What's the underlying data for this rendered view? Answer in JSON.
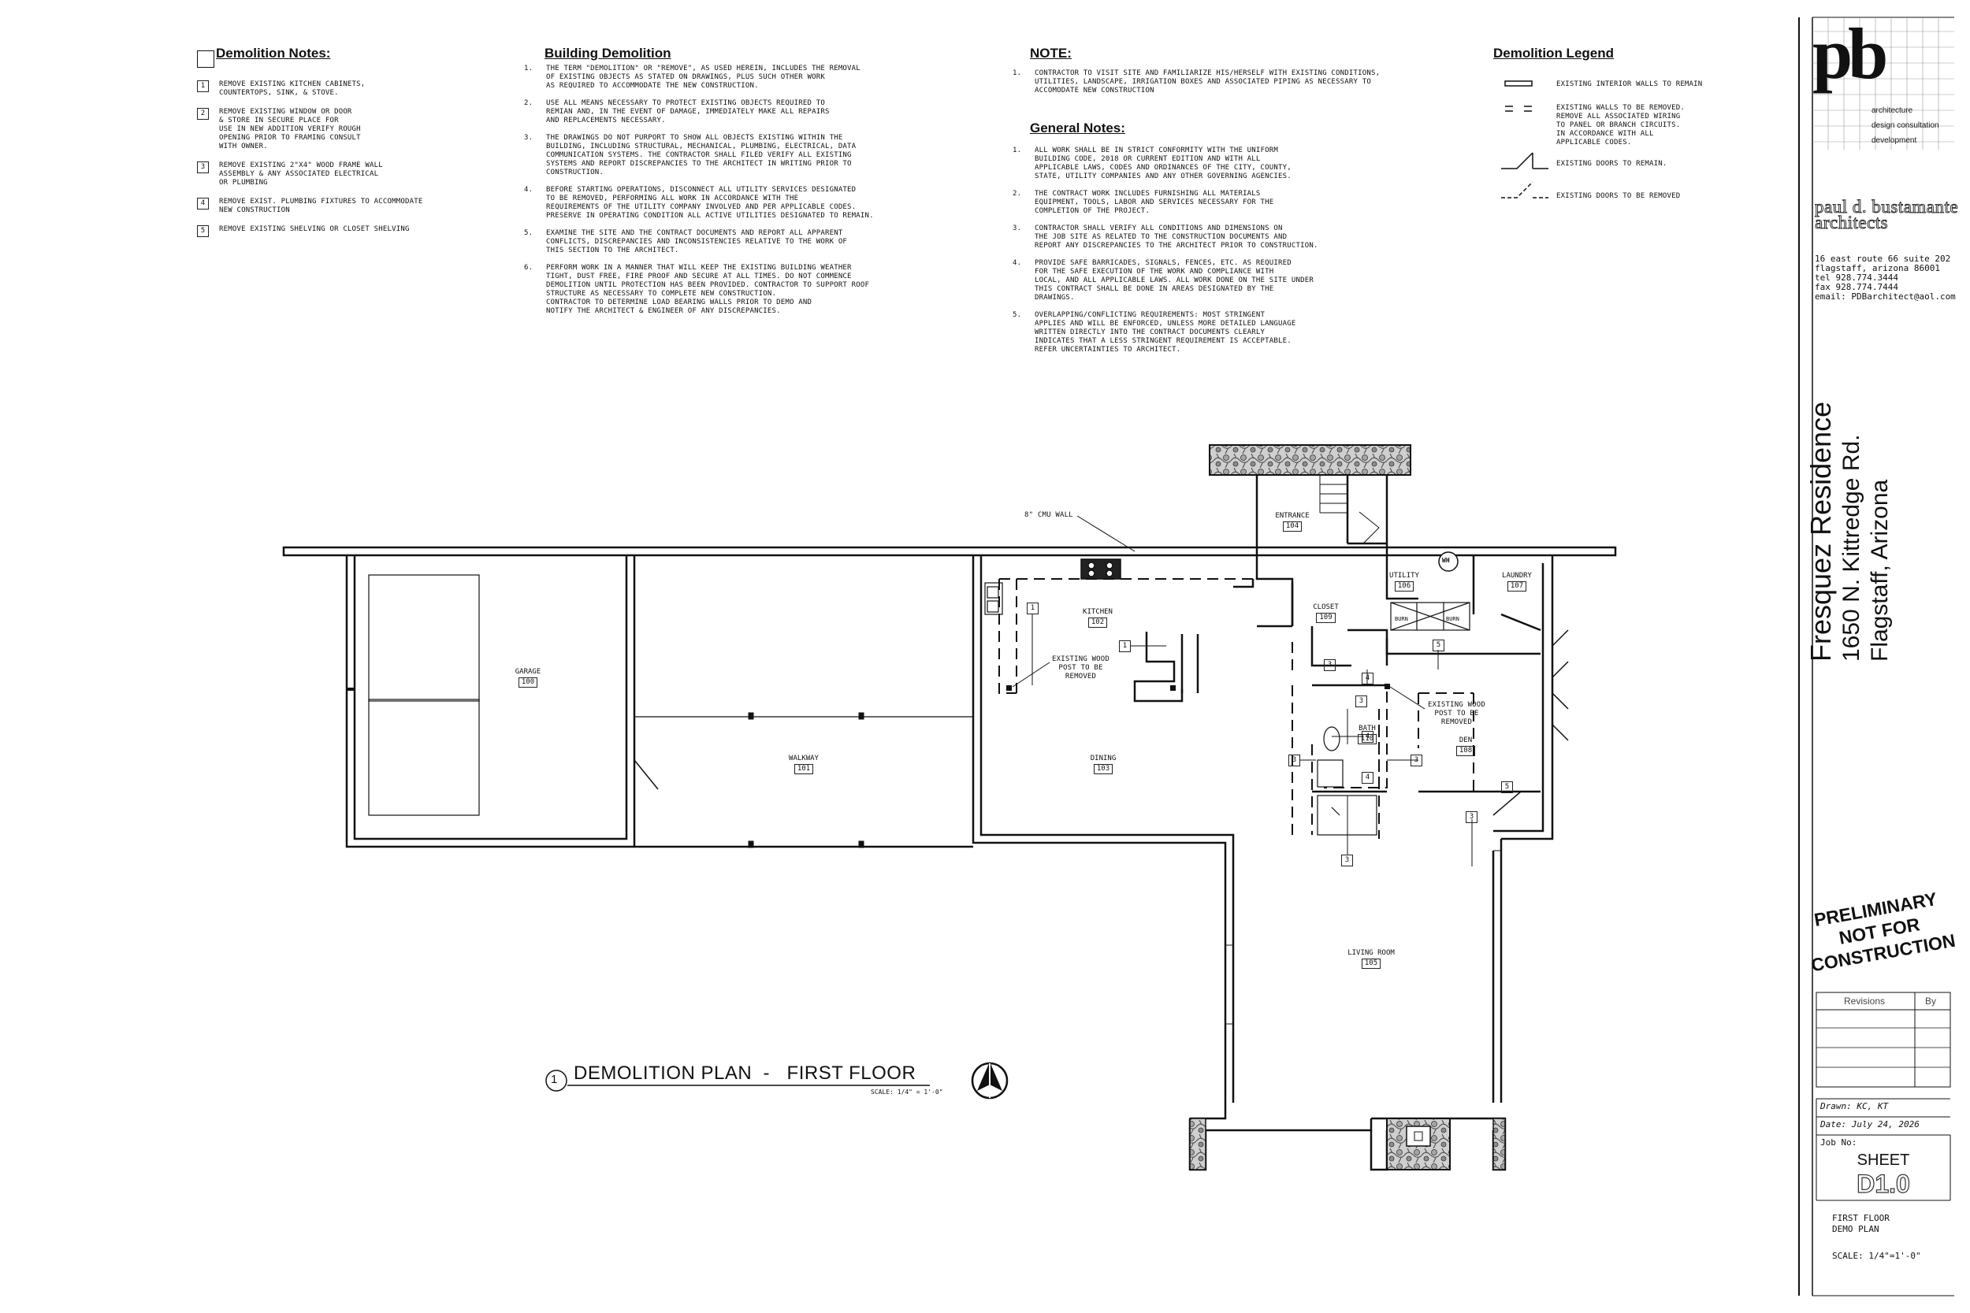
{
  "demolition_notes": {
    "title": "Demolition Notes:",
    "items": [
      {
        "num": "1",
        "text": "REMOVE EXISTING KITCHEN CABINETS,\nCOUNTERTOPS, SINK, & STOVE."
      },
      {
        "num": "2",
        "text": "REMOVE EXISTING WINDOW OR DOOR\n& STORE IN SECURE PLACE FOR\nUSE IN NEW ADDITION VERIFY ROUGH\nOPENING PRIOR TO FRAMING CONSULT\nWITH OWNER."
      },
      {
        "num": "3",
        "text": "REMOVE EXISTING 2\"X4\" WOOD FRAME WALL\nASSEMBLY & ANY ASSOCIATED ELECTRICAL\nOR PLUMBING"
      },
      {
        "num": "4",
        "text": "REMOVE EXIST. PLUMBING FIXTURES TO ACCOMMODATE\nNEW CONSTRUCTION"
      },
      {
        "num": "5",
        "text": "REMOVE EXISTING SHELVING OR CLOSET SHELVING"
      }
    ]
  },
  "building_demolition": {
    "title": "Building Demolition",
    "items": [
      {
        "num": "1.",
        "text": "THE TERM \"DEMOLITION\" OR \"REMOVE\", AS USED HEREIN, INCLUDES THE REMOVAL\nOF EXISTING OBJECTS AS STATED ON DRAWINGS, PLUS SUCH OTHER WORK\nAS REQUIRED TO ACCOMMODATE THE NEW CONSTRUCTION."
      },
      {
        "num": "2.",
        "text": "USE ALL MEANS NECESSARY TO PROTECT EXISTING OBJECTS REQUIRED TO\nREMIAN AND, IN THE EVENT OF DAMAGE, IMMEDIATELY MAKE ALL REPAIRS\nAND REPLACEMENTS NECESSARY."
      },
      {
        "num": "3.",
        "text": "THE DRAWINGS DO NOT PURPORT TO SHOW ALL OBJECTS EXISTING WITHIN THE\nBUILDING, INCLUDING STRUCTURAL, MECHANICAL, PLUMBING, ELECTRICAL, DATA\nCOMMUNICATION SYSTEMS. THE CONTRACTOR SHALL FILED VERIFY ALL EXISTING\nSYSTEMS AND REPORT DISCREPANCIES TO THE ARCHITECT IN WRITING PRIOR TO\nCONSTRUCTION."
      },
      {
        "num": "4.",
        "text": "BEFORE STARTING OPERATIONS, DISCONNECT ALL UTILITY SERVICES DESIGNATED\nTO BE REMOVED, PERFORMING ALL WORK IN ACCORDANCE WITH THE\nREQUIREMENTS OF THE UTILITY COMPANY INVOLVED AND PER APPLICABLE CODES.\nPRESERVE IN OPERATING CONDITION ALL ACTIVE UTILITIES DESIGNATED TO REMAIN."
      },
      {
        "num": "5.",
        "text": "EXAMINE THE SITE AND THE CONTRACT DOCUMENTS AND REPORT ALL APPARENT\nCONFLICTS, DISCREPANCIES AND INCONSISTENCIES RELATIVE TO THE WORK OF\nTHIS SECTION TO THE ARCHITECT."
      },
      {
        "num": "6.",
        "text": "PERFORM WORK IN A MANNER THAT WILL KEEP THE EXISTING  BUILDING WEATHER\nTIGHT, DUST FREE, FIRE PROOF AND  SECURE AT ALL TIMES. DO NOT COMMENCE\nDEMOLITION UNTIL PROTECTION HAS BEEN PROVIDED. CONTRACTOR TO SUPPORT ROOF\nSTRUCTURE AS NECESSARY TO COMPLETE NEW CONSTRUCTION.\nCONTRACTOR TO DETERMINE LOAD BEARING WALLS PRIOR TO DEMO AND\nNOTIFY THE ARCHITECT & ENGINEER OF ANY DISCREPANCIES."
      }
    ]
  },
  "note": {
    "title": "NOTE:",
    "items": [
      {
        "num": "1.",
        "text": "CONTRACTOR TO VISIT SITE AND FAMILIARIZE HIS/HERSELF WITH EXISTING CONDITIONS,\nUTILITIES, LANDSCAPE, IRRIGATION BOXES AND ASSOCIATED PIPING AS NECESSARY TO\nACCOMODATE NEW CONSTRUCTION"
      }
    ]
  },
  "general_notes": {
    "title": "General Notes:",
    "items": [
      {
        "num": "1.",
        "text": "ALL WORK SHALL BE IN STRICT CONFORMITY WITH THE UNIFORM\nBUILDING CODE, 2018 OR CURRENT EDITION AND WITH ALL\nAPPLICABLE LAWS, CODES AND ORDINANCES OF THE CITY, COUNTY,\nSTATE, UTILITY COMPANIES AND ANY OTHER GOVERNING AGENCIES."
      },
      {
        "num": "2.",
        "text": "THE CONTRACT WORK INCLUDES FURNISHING ALL MATERIALS\nEQUIPMENT, TOOLS, LABOR AND SERVICES NECESSARY FOR THE\nCOMPLETION OF THE PROJECT."
      },
      {
        "num": "3.",
        "text": "CONTRACTOR SHALL VERIFY ALL CONDITIONS AND DIMENSIONS ON\nTHE JOB SITE AS RELATED TO THE CONSTRUCTION DOCUMENTS AND\nREPORT ANY DISCREPANCIES TO THE ARCHITECT PRIOR TO CONSTRUCTION."
      },
      {
        "num": "4.",
        "text": "PROVIDE SAFE BARRICADES, SIGNALS, FENCES, ETC. AS REQUIRED\nFOR THE SAFE EXECUTION OF THE WORK AND COMPLIANCE WITH\nLOCAL, AND ALL APPLICABLE LAWS. ALL WORK DONE ON THE SITE UNDER\nTHIS CONTRACT SHALL BE DONE IN AREAS DESIGNATED BY THE\nDRAWINGS."
      },
      {
        "num": "5.",
        "text": "OVERLAPPING/CONFLICTING REQUIREMENTS: MOST STRINGENT\nAPPLIES AND WILL BE ENFORCED, UNLESS MORE DETAILED LANGUAGE\nWRITTEN DIRECTLY INTO THE CONTRACT DOCUMENTS CLEARLY\nINDICATES THAT A LESS STRINGENT REQUIREMENT IS ACCEPTABLE.\nREFER UNCERTAINTIES TO ARCHITECT."
      }
    ]
  },
  "legend": {
    "title": "Demolition Legend",
    "items": [
      {
        "symbol": "wall-remain",
        "text": "EXISTING INTERIOR WALLS TO REMAIN"
      },
      {
        "symbol": "wall-remove",
        "text": "EXISTING WALLS TO BE REMOVED.\nREMOVE ALL ASSOCIATED WIRING\nTO PANEL OR BRANCH CIRCUITS.\nIN ACCORDANCE WITH ALL\nAPPLICABLE CODES."
      },
      {
        "symbol": "door-remain",
        "text": "EXISTING DOORS TO REMAIN."
      },
      {
        "symbol": "door-remove",
        "text": "EXISTING DOORS TO BE REMOVED"
      }
    ]
  },
  "plan": {
    "title": "DEMOLITION PLAN  -   FIRST FLOOR",
    "view_number": "1",
    "scale": "SCALE: 1/4\" = 1'-0\"",
    "rooms": [
      {
        "name": "GARAGE",
        "num": "100"
      },
      {
        "name": "WALKWAY",
        "num": "101"
      },
      {
        "name": "KITCHEN",
        "num": "102"
      },
      {
        "name": "DINING",
        "num": "103"
      },
      {
        "name": "ENTRANCE",
        "num": "104"
      },
      {
        "name": "LIVING ROOM",
        "num": "105"
      },
      {
        "name": "UTILITY",
        "num": "106"
      },
      {
        "name": "LAUNDRY",
        "num": "107"
      },
      {
        "name": "DEN",
        "num": "108"
      },
      {
        "name": "CLOSET",
        "num": "109"
      },
      {
        "name": "BATH",
        "num": "110"
      }
    ],
    "callouts": {
      "cmu_wall": "8\" CMU WALL",
      "post_kitchen": "EXISTING WOOD\nPOST TO BE\nREMOVED",
      "post_den": "EXISTING WOOD\nPOST TO BE\nREMOVED",
      "water_heater": "WH",
      "burn": "BURN"
    },
    "tags": [
      "1",
      "1",
      "4",
      "3",
      "5",
      "3",
      "4",
      "3",
      "3",
      "5",
      "3",
      "3",
      "4",
      "3"
    ]
  },
  "title_block": {
    "logo": "pb",
    "tagline": [
      "architecture",
      "design consultation",
      "development"
    ],
    "firm_name": [
      "paul d. bustamante",
      "architects"
    ],
    "address": [
      "16 east route 66 suite 202",
      "flagstaff, arizona 86001",
      "tel  928.774.3444",
      "fax  928.774.7444",
      "email:  PDBarchitect@aol.com"
    ],
    "project_name": "Fresquez Residence",
    "project_address": "1650 N. Kittredge Rd.",
    "project_city": "Flagstaff, Arizona",
    "stamp": [
      "PRELIMINARY",
      "NOT FOR",
      "CONSTRUCTION"
    ],
    "revisions_label": "Revisions",
    "by_label": "By",
    "drawn": "Drawn: KC, KT",
    "date": "Date: July 24, 2026",
    "job": "Job No:",
    "sheet_label": "SHEET",
    "sheet_number": "D1.0",
    "sheet_desc": [
      "FIRST FLOOR",
      "DEMO PLAN"
    ],
    "scale": "SCALE:  1/4\"=1'-0\""
  },
  "colors": {
    "ink": "#111111",
    "stone": "#9a9a9a"
  }
}
